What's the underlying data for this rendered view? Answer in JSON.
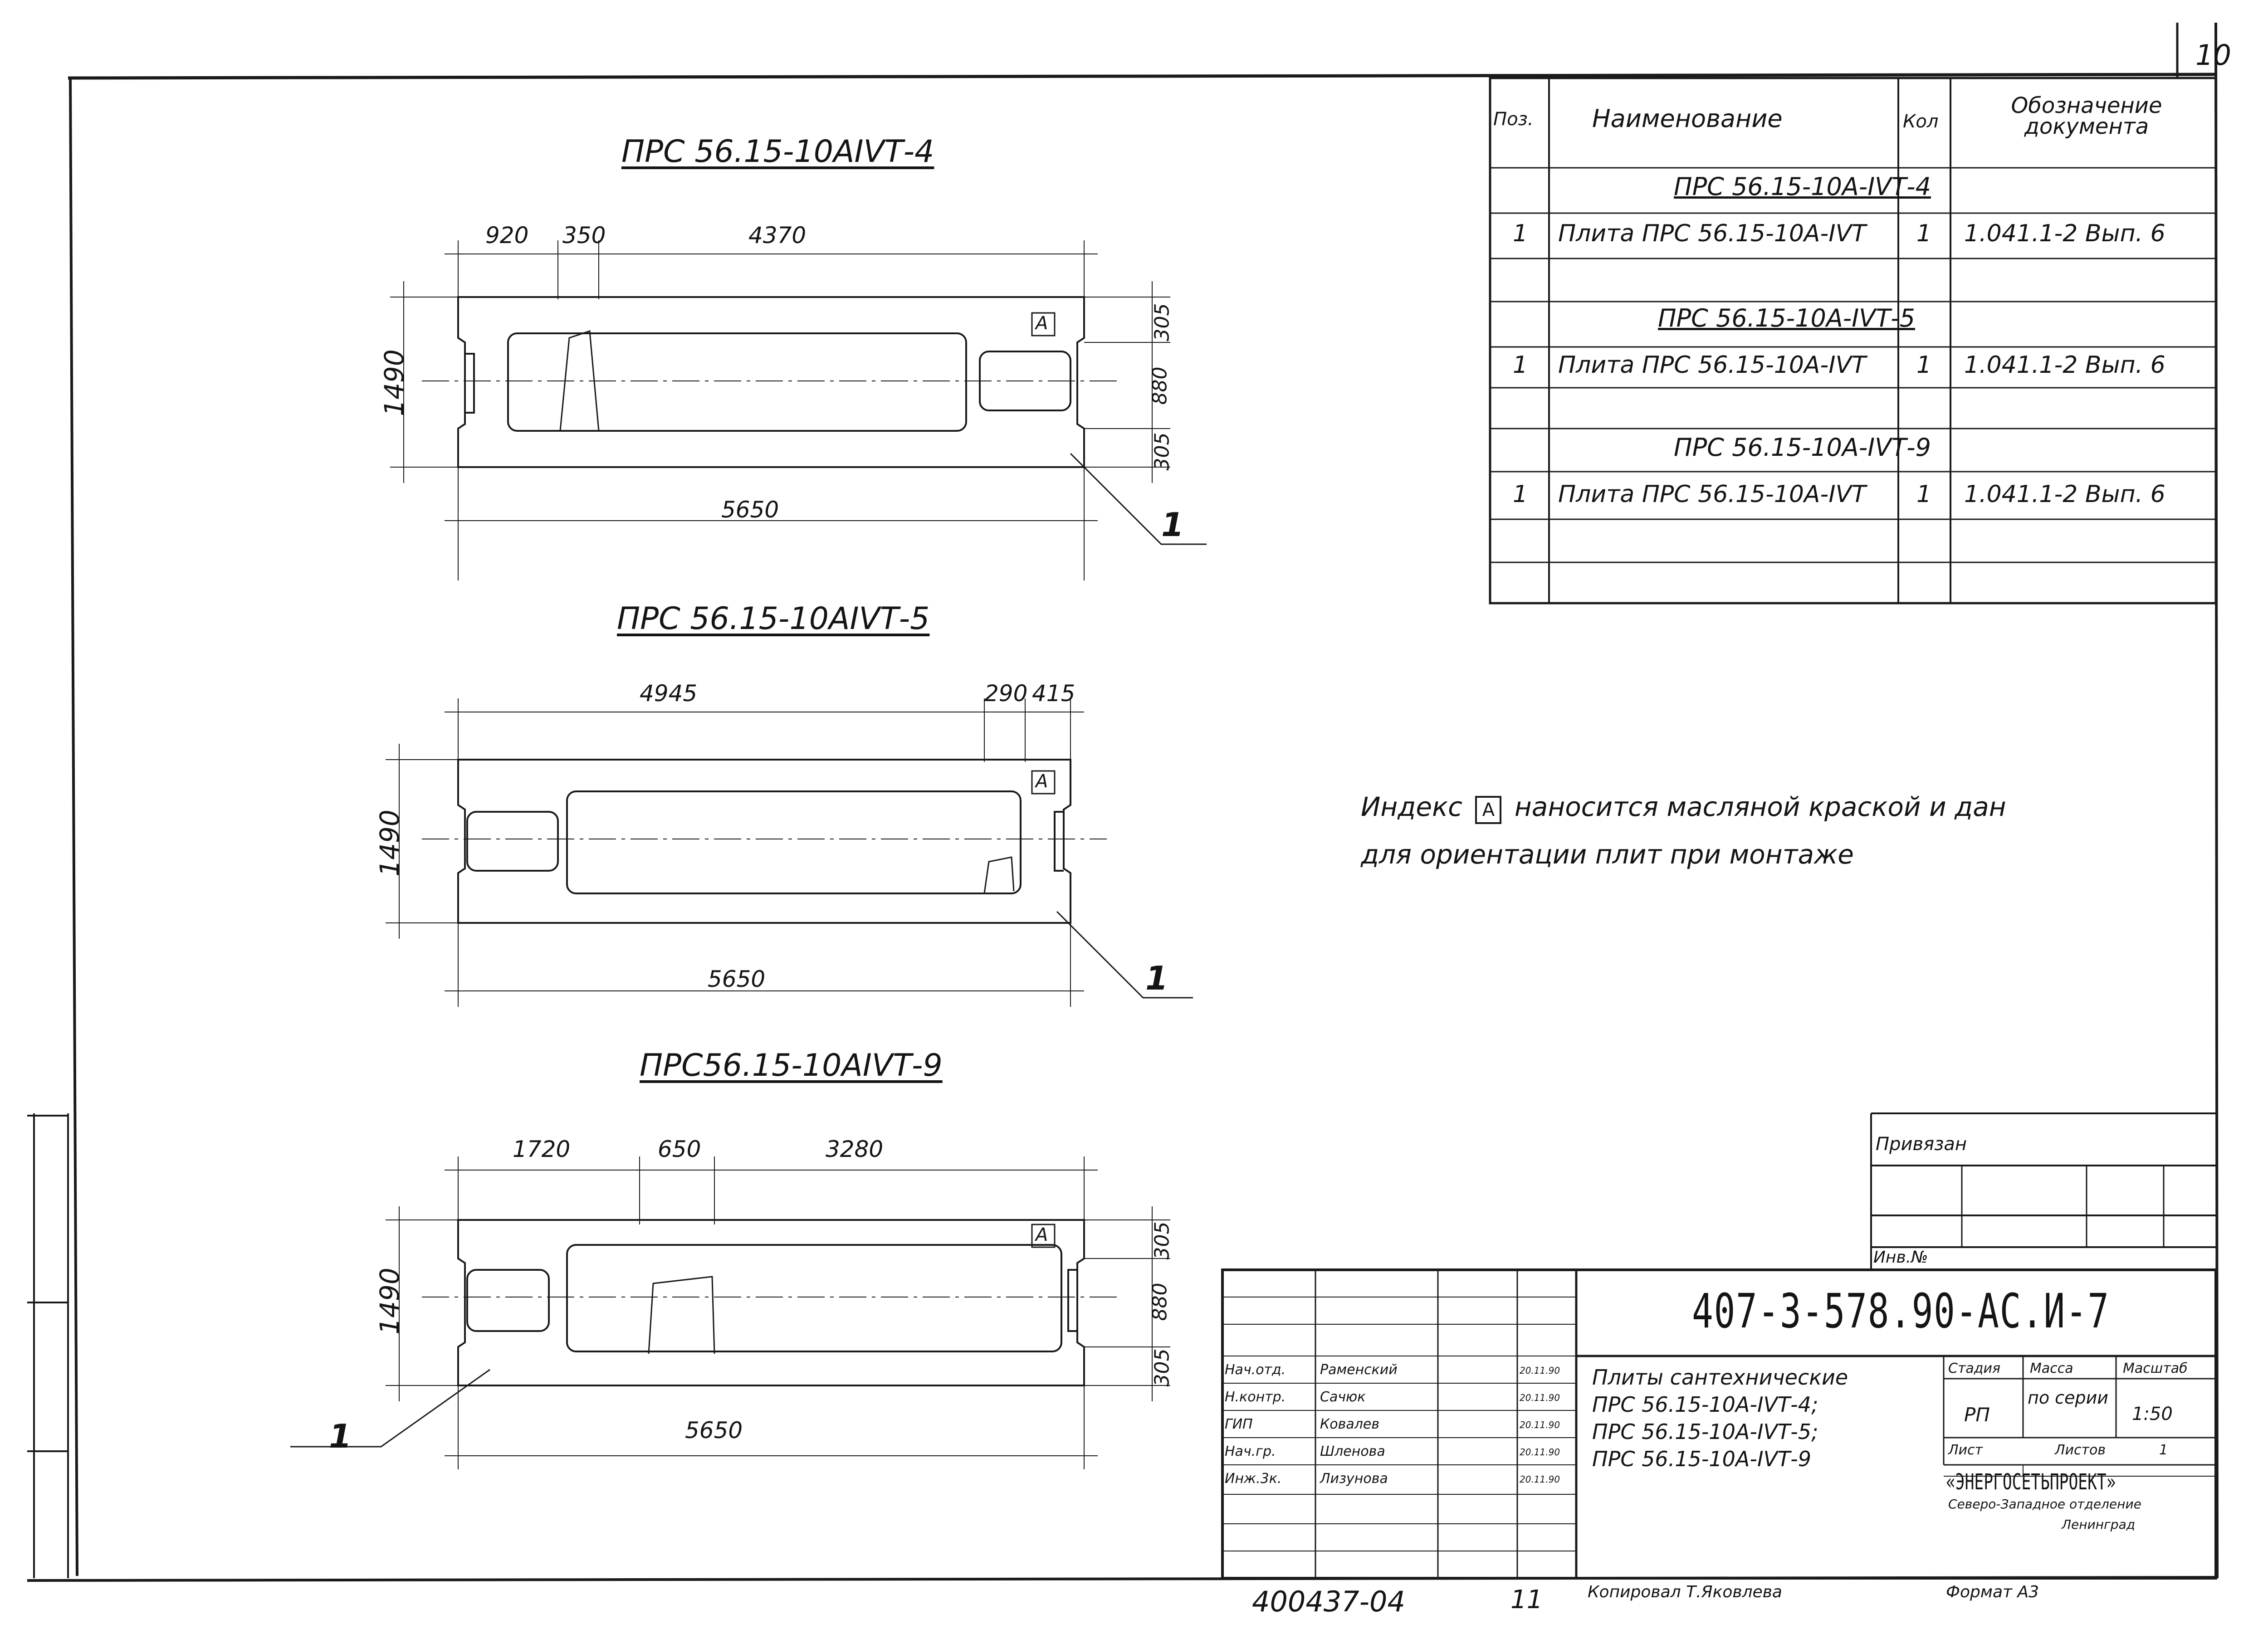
{
  "page_number": "10",
  "spec_table": {
    "headers": {
      "pos": "Поз.",
      "name": "Наименование",
      "qty": "Кол",
      "doc": "Обозначение документа"
    },
    "groups": [
      {
        "title": "ПРС 56.15-10А-IVТ-4",
        "row": {
          "pos": "1",
          "name": "Плита ПРС 56.15-10А-IVТ",
          "qty": "1",
          "doc": "1.041.1-2 Вып. 6"
        }
      },
      {
        "title": "ПРС 56.15-10А-IVТ-5",
        "row": {
          "pos": "1",
          "name": "Плита ПРС 56.15-10А-IVТ",
          "qty": "1",
          "doc": "1.041.1-2 Вып. 6"
        }
      },
      {
        "title": "ПРС 56.15-10А-IVТ-9",
        "row": {
          "pos": "1",
          "name": "Плита ПРС 56.15-10А-IVТ",
          "qty": "1",
          "doc": "1.041.1-2 Вып. 6"
        }
      }
    ]
  },
  "drawings": [
    {
      "title": "ПРС 56.15-10АIVТ-4",
      "dims_top": [
        "920",
        "350",
        "4370"
      ],
      "dims_right": [
        "305",
        "880",
        "305"
      ],
      "height": "1490",
      "length": "5650",
      "index": "А",
      "leader": "1"
    },
    {
      "title": "ПРС 56.15-10АIVТ-5",
      "dims_top": [
        "4945",
        "290",
        "415"
      ],
      "height": "1490",
      "length": "5650",
      "index": "А",
      "leader": "1"
    },
    {
      "title": "ПРС56.15-10АIVТ-9",
      "dims_top": [
        "1720",
        "650",
        "3280"
      ],
      "dims_right": [
        "305",
        "880",
        "305"
      ],
      "height": "1490",
      "length": "5650",
      "index": "А",
      "leader": "1"
    }
  ],
  "note": {
    "line1_before": "Индекс",
    "index_letter": "А",
    "line1_after": "наносится масляной краской и дан",
    "line2": "для ориентации плит при монтаже"
  },
  "title_block": {
    "bound_label": "Привязан",
    "inv_label": "Инв.№",
    "code": "407-3-578.90-АС.И-7",
    "signatures": [
      {
        "role": "Нач.отд.",
        "name": "Раменский",
        "date": "20.11.90"
      },
      {
        "role": "Н.контр.",
        "name": "Сачюк",
        "date": "20.11.90"
      },
      {
        "role": "ГИП",
        "name": "Ковалев",
        "date": "20.11.90"
      },
      {
        "role": "Нач.гр.",
        "name": "Шленова",
        "date": "20.11.90"
      },
      {
        "role": "Инж.3к.",
        "name": "Лизунова",
        "date": "20.11.90"
      }
    ],
    "description": [
      "Плиты сантехнические",
      "ПРС 56.15-10А-IVТ-4;",
      "ПРС 56.15-10А-IVТ-5;",
      "ПРС 56.15-10А-IVТ-9"
    ],
    "stage_label": "Стадия",
    "mass_label": "Масса",
    "scale_label": "Масштаб",
    "stage": "РП",
    "mass": "по серии",
    "scale": "1:50",
    "sheet_label": "Лист",
    "sheets_label": "Листов",
    "sheets": "1",
    "org": "«ЭНЕРГОСЕТЬПРОЕКТ»",
    "org_branch": "Северо-Западное отделение",
    "org_city": "Ленинград"
  },
  "bottom": {
    "inv": "400437-04",
    "sheet": "11",
    "copied": "Копировал Т.Яковлева",
    "format": "Формат А3"
  }
}
